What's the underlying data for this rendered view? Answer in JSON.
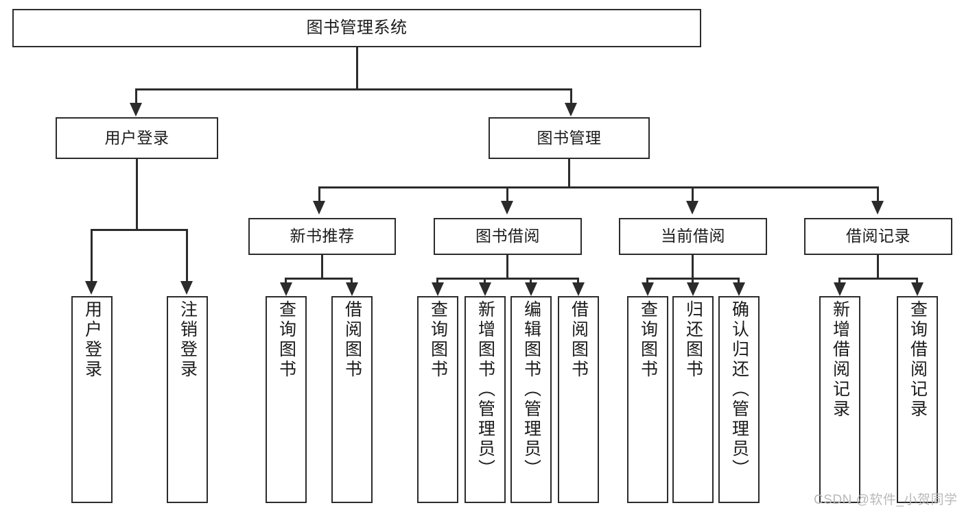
{
  "diagram": {
    "type": "tree",
    "title": "图书管理系统",
    "watermark": "CSDN @软件_小贺同学",
    "colors": {
      "stroke": "#2b2b2b",
      "fill": "#ffffff",
      "text": "#1b1b1b",
      "watermark": "#b9b9b9"
    },
    "nodes": {
      "root": {
        "label": "图书管理系统"
      },
      "level2": [
        {
          "id": "user-login",
          "label": "用户登录"
        },
        {
          "id": "book-management",
          "label": "图书管理"
        }
      ],
      "level3": [
        {
          "id": "new-book-recommend",
          "label": "新书推荐"
        },
        {
          "id": "book-borrow",
          "label": "图书借阅"
        },
        {
          "id": "current-borrow",
          "label": "当前借阅"
        },
        {
          "id": "borrow-record",
          "label": "借阅记录"
        }
      ],
      "leaves": [
        {
          "id": "leaf-user-login",
          "parent": "user-login",
          "label": "用户登录"
        },
        {
          "id": "leaf-logout",
          "parent": "user-login",
          "label": "注销登录"
        },
        {
          "id": "leaf-query-book-1",
          "parent": "new-book-recommend",
          "label": "查询图书"
        },
        {
          "id": "leaf-borrow-book-1",
          "parent": "new-book-recommend",
          "label": "借阅图书"
        },
        {
          "id": "leaf-query-book-2",
          "parent": "book-borrow",
          "label": "查询图书"
        },
        {
          "id": "leaf-add-book",
          "parent": "book-borrow",
          "label": "新增图书（管理员）"
        },
        {
          "id": "leaf-edit-book",
          "parent": "book-borrow",
          "label": "编辑图书（管理员）"
        },
        {
          "id": "leaf-borrow-book-2",
          "parent": "book-borrow",
          "label": "借阅图书"
        },
        {
          "id": "leaf-query-book-3",
          "parent": "current-borrow",
          "label": "查询图书"
        },
        {
          "id": "leaf-return-book",
          "parent": "current-borrow",
          "label": "归还图书"
        },
        {
          "id": "leaf-confirm-return",
          "parent": "current-borrow",
          "label": "确认归还（管理员）"
        },
        {
          "id": "leaf-add-borrow-record",
          "parent": "borrow-record",
          "label": "新增借阅记录"
        },
        {
          "id": "leaf-query-borrow-record",
          "parent": "borrow-record",
          "label": "查询借阅记录"
        }
      ]
    }
  }
}
